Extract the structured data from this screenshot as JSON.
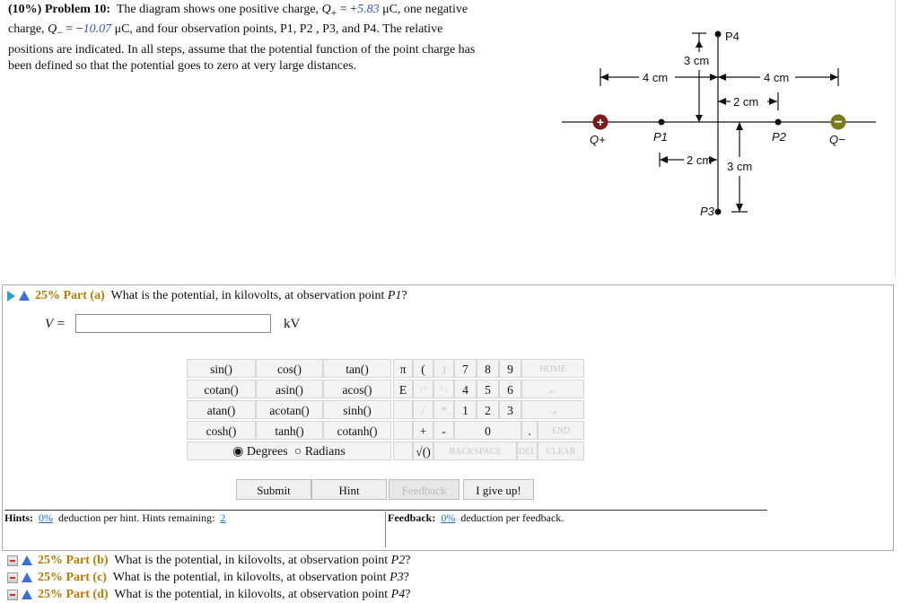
{
  "problem": {
    "header": "(10%)",
    "problem_label": "Problem 10:",
    "line1_pre": "The diagram shows one positive charge,",
    "q_plus_sym": "Q",
    "q_plus_sub": "+",
    "q_plus_eq": "= +",
    "q_plus_val": "5.83",
    "q_plus_unit": "μC, one negative",
    "line2_pre": "charge,",
    "q_minus_sym": "Q",
    "q_minus_sub": "−",
    "q_minus_eq": "= −",
    "q_minus_val": "10.07",
    "q_minus_unit": "μC, and four observation points,",
    "points_text": "P1, P2 , P3, and P4. The relative",
    "line3": "positions are indicated. In all steps, assume that the potential function of the point charge has",
    "line4": "been defined so that the potential goes to zero at very large distances."
  },
  "diagram": {
    "p4": "P4",
    "p1": "P1",
    "p2": "P2",
    "p3": "P3",
    "qplus": "Q+",
    "qminus": "Q−",
    "d_3cm_top": "3 cm",
    "d_4cm_left": "4 cm",
    "d_4cm_right": "4 cm",
    "d_2cm_right": "2 cm",
    "d_2cm_bottom": "2 cm",
    "d_3cm_bottom": "3 cm",
    "plus_sign": "+",
    "minus_sign": "−"
  },
  "part_a": {
    "pct": "25%",
    "label": "Part (a)",
    "question": "What is the potential, in kilovolts, at observation point",
    "point": "P1",
    "qmark": "?",
    "var_label": "V =",
    "input_value": "",
    "unit": "kV"
  },
  "calculator": {
    "rows": [
      [
        "sin()",
        "cos()",
        "tan()"
      ],
      [
        "cotan()",
        "asin()",
        "acos()"
      ],
      [
        "atan()",
        "acotan()",
        "sinh()"
      ],
      [
        "cosh()",
        "tanh()",
        "cotanh()"
      ]
    ],
    "degrees": "Degrees",
    "radians": "Radians",
    "pi": "π",
    "lparen": "(",
    "rparen": ")",
    "e": "E",
    "up": "↑^",
    "caret": "^↓",
    "slash": "/",
    "star": "*",
    "plus": "+",
    "minus": "-",
    "sqrt": "√()",
    "backspace": "BACKSPACE",
    "del": "DEL",
    "clear": "CLEAR",
    "home": "HOME",
    "left": "←",
    "right": "→",
    "end": "END",
    "digits": [
      "7",
      "8",
      "9",
      "4",
      "5",
      "6",
      "1",
      "2",
      "3",
      "0",
      "."
    ]
  },
  "buttons": {
    "submit": "Submit",
    "hint": "Hint",
    "feedback": "Feedback",
    "giveup": "I give up!"
  },
  "hints": {
    "label": "Hints:",
    "pct": "0%",
    "text": "deduction per hint. Hints remaining:",
    "remaining": "2"
  },
  "feedback": {
    "label": "Feedback:",
    "pct": "0%",
    "text": "deduction per feedback."
  },
  "other_parts": [
    {
      "pct": "25%",
      "label": "Part (b)",
      "question": "What is the potential, in kilovolts, at observation point",
      "point": "P2",
      "qmark": "?"
    },
    {
      "pct": "25%",
      "label": "Part (c)",
      "question": "What is the potential, in kilovolts, at observation point",
      "point": "P3",
      "qmark": "?"
    },
    {
      "pct": "25%",
      "label": "Part (d)",
      "question": "What is the potential, in kilovolts, at observation point",
      "point": "P4",
      "qmark": "?"
    }
  ]
}
